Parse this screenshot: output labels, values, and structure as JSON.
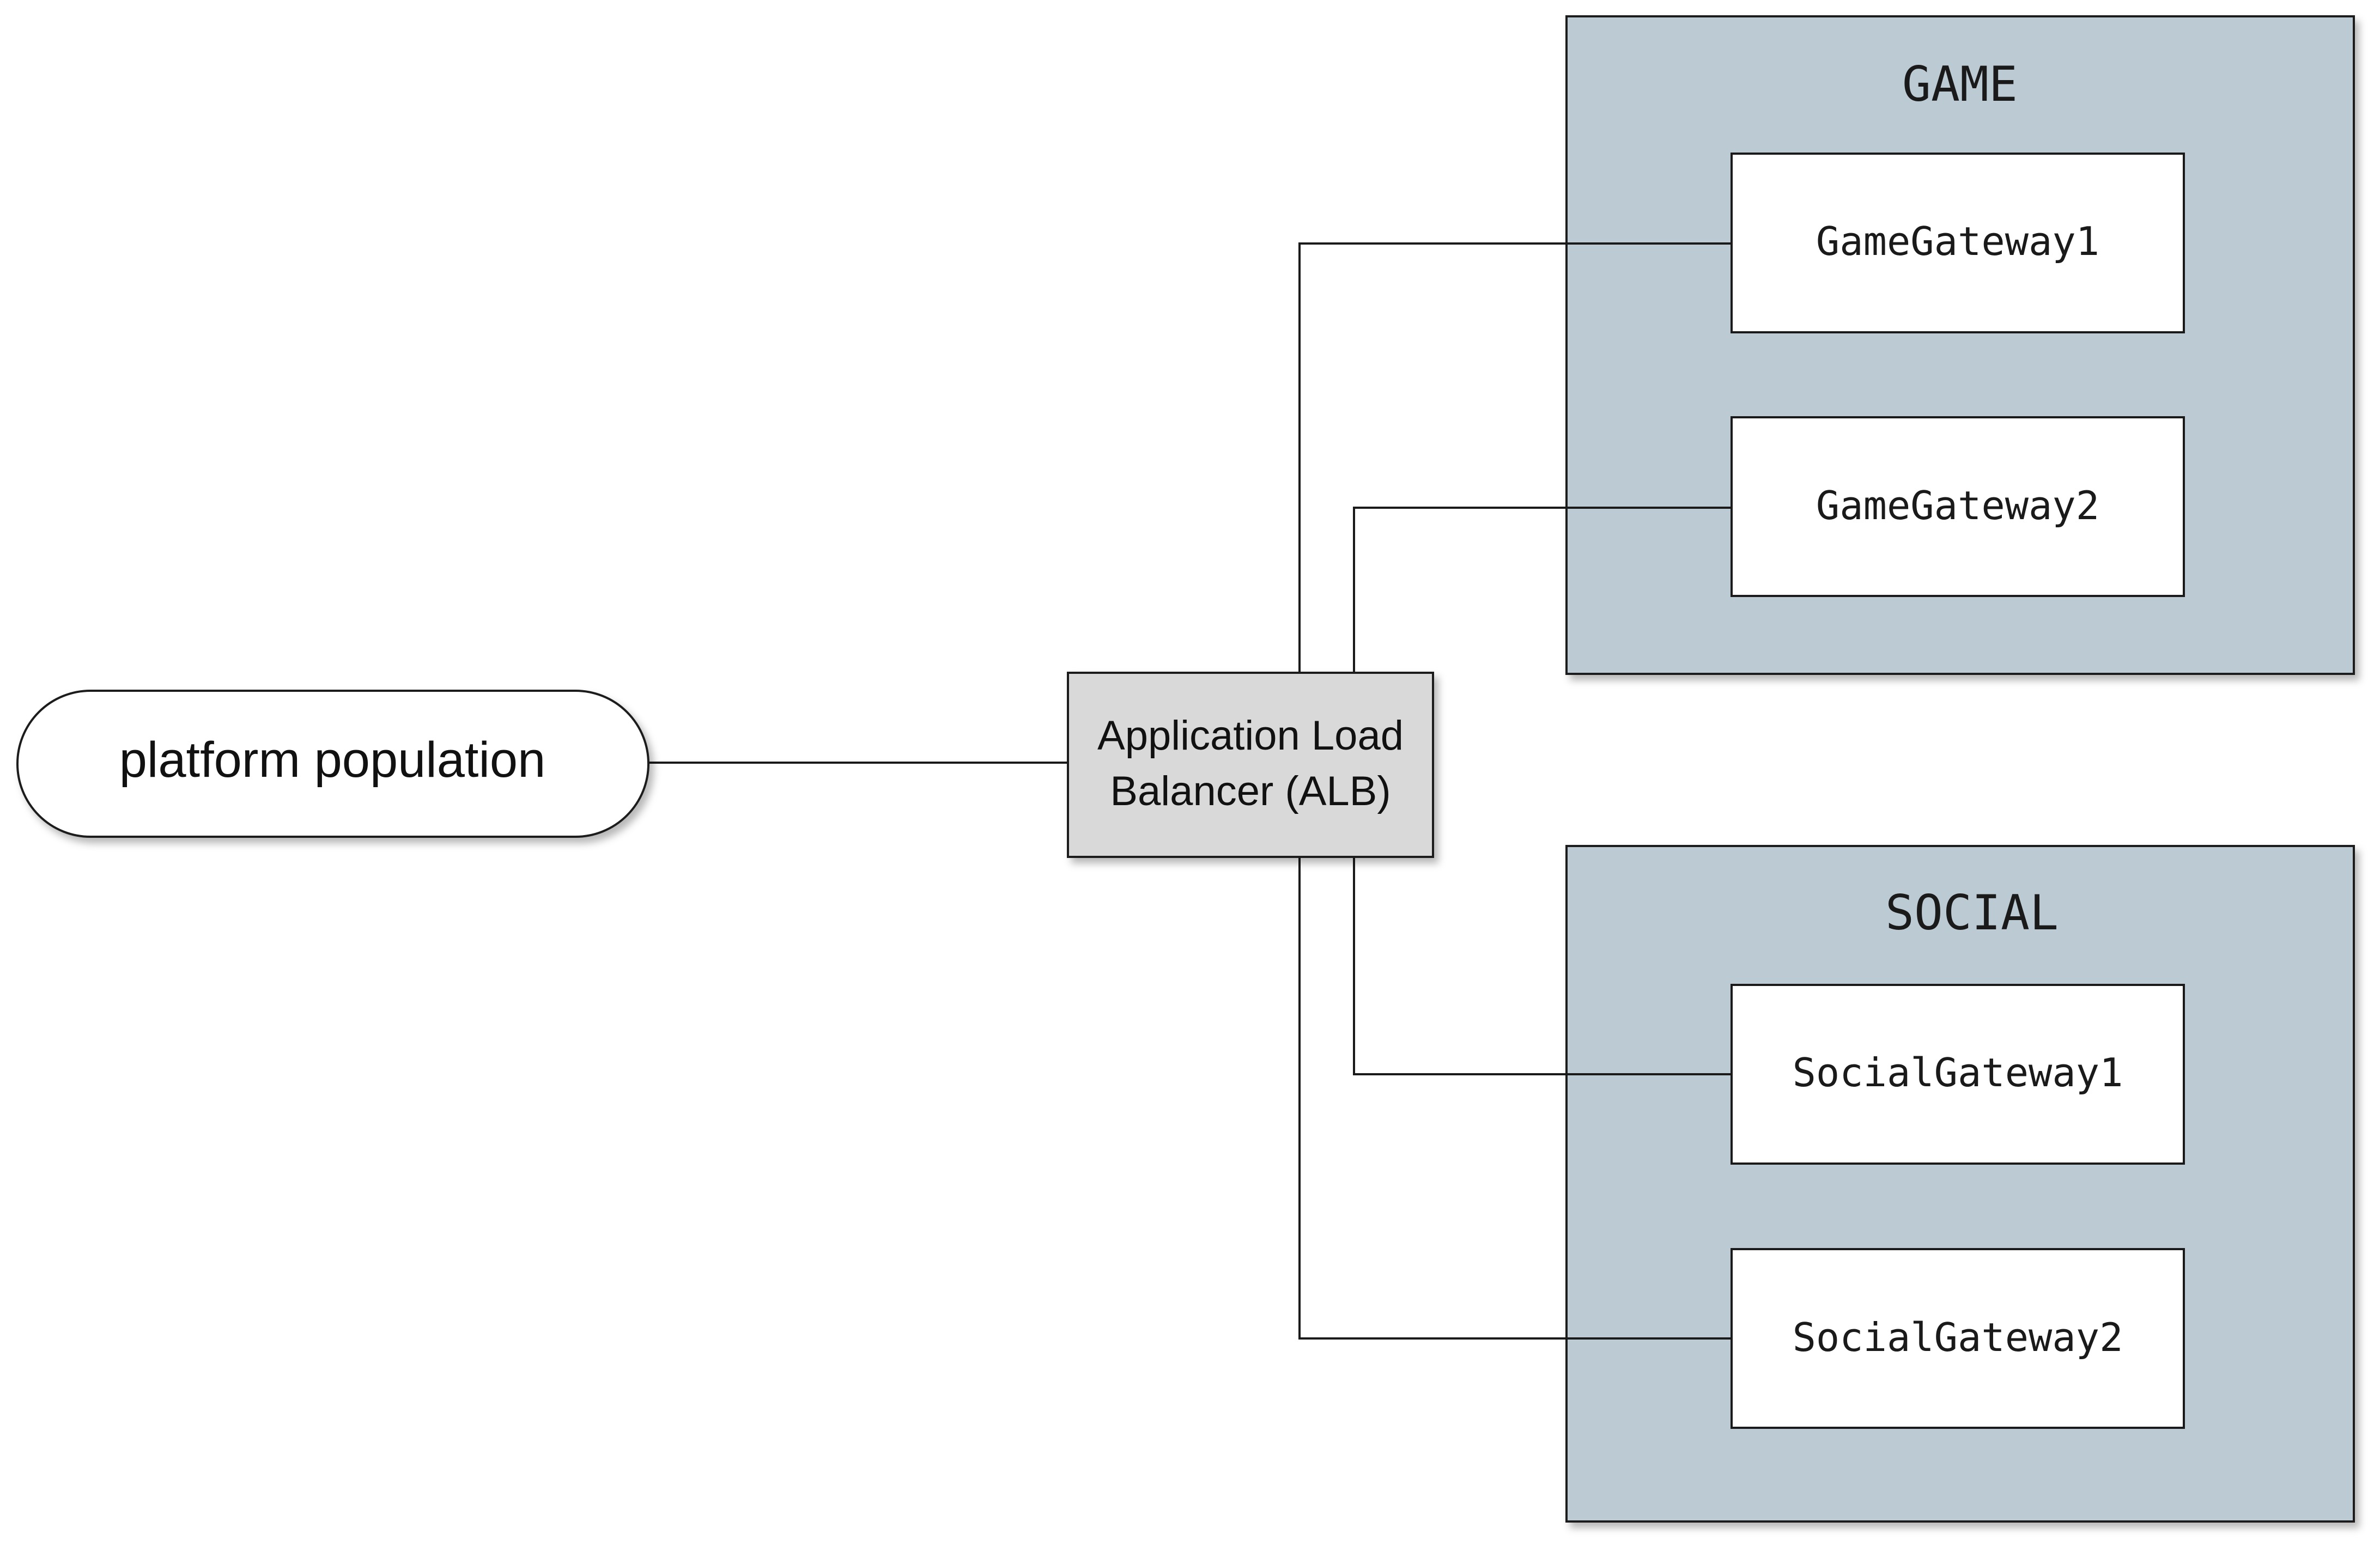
{
  "colors": {
    "group_fill": "#bccbd3",
    "alb_fill": "#d9d9d9",
    "node_fill": "#ffffff",
    "stroke": "#1a1a1a"
  },
  "source": {
    "label": "platform population"
  },
  "load_balancer": {
    "line1": "Application Load",
    "line2": "Balancer (ALB)"
  },
  "groups": [
    {
      "title": "GAME",
      "gateways": [
        "GameGateway1",
        "GameGateway2"
      ]
    },
    {
      "title": "SOCIAL",
      "gateways": [
        "SocialGateway1",
        "SocialGateway2"
      ]
    }
  ]
}
